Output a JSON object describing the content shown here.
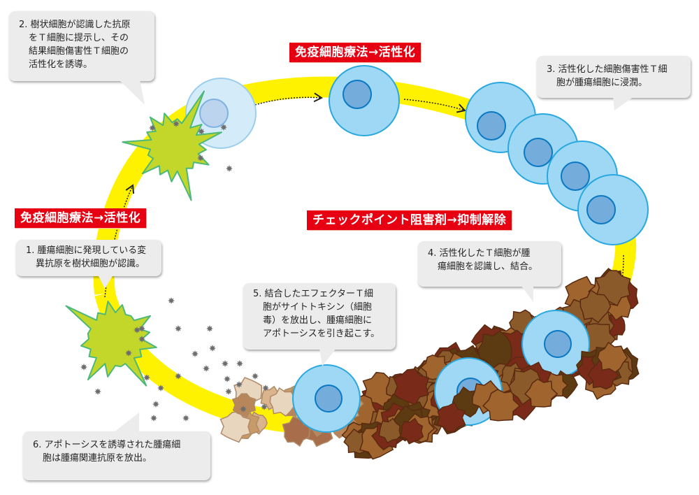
{
  "title": "がん免疫サイクル（免疫細胞療法とチェックポイント阻害剤）",
  "labels": {
    "immune_therapy_top": "免疫細胞療法→活性化",
    "immune_therapy_left": "免疫細胞療法→活性化",
    "checkpoint": "チェックポイント阻害剤→抑制解除"
  },
  "steps": [
    {
      "num": "1.",
      "lines": [
        "腫瘍細胞に発現している変",
        "異抗原を樹状細胞が認識。"
      ]
    },
    {
      "num": "2.",
      "lines": [
        "樹状細胞が認識した抗原",
        "をＴ細胞に提示し、その",
        "結果細胞傷害性Ｔ細胞の",
        "活性化を誘導。"
      ]
    },
    {
      "num": "3.",
      "lines": [
        "活性化した細胞傷害性Ｔ細",
        "胞が腫瘍細胞に浸潤。"
      ]
    },
    {
      "num": "4.",
      "lines": [
        "活性化したＴ細胞が腫",
        "瘍細胞を認識し、結合。"
      ]
    },
    {
      "num": "5.",
      "lines": [
        "結合したエフェクターＴ細",
        "胞がサイトトキシン（細胞",
        "毒）を放出し、腫瘍細胞に",
        "アポトーシスを引き起こす。"
      ]
    },
    {
      "num": "6.",
      "lines": [
        "アポトーシスを誘導された腫瘍細",
        "胞は腫瘍関連抗原を放出。"
      ]
    }
  ],
  "icons": {
    "dendritic_cell": "dendritic-cell-icon",
    "t_cell": "t-cell-icon",
    "tumor_cell": "tumor-cell-icon",
    "antigen": "antigen-particle-icon",
    "arrow": "dotted-arrow-icon"
  },
  "colors": {
    "cycle_band": "#fff200",
    "label_bg": "#e60012",
    "label_text": "#ffffff",
    "t_cell_fill": "#9fd8f5",
    "t_cell_stroke": "#29a8e0",
    "t_cell_nucleus": "#74acdc",
    "t_cell_nucleus_stroke": "#0a78c2",
    "naive_t_fill": "#d4ebf9",
    "naive_t_nucleus": "#bcd4ee",
    "dendritic_fill": "#c3d62a",
    "dendritic_stroke": "#4cb87a",
    "antigen": "#6d6d6d",
    "tumor_dark_red": "#7a2a18",
    "tumor_brown": "#8b5a2b",
    "tumor_dark_brown": "#5c3a12",
    "tumor_light": "#e9d6bf",
    "bubble_bg": "#ececec"
  }
}
